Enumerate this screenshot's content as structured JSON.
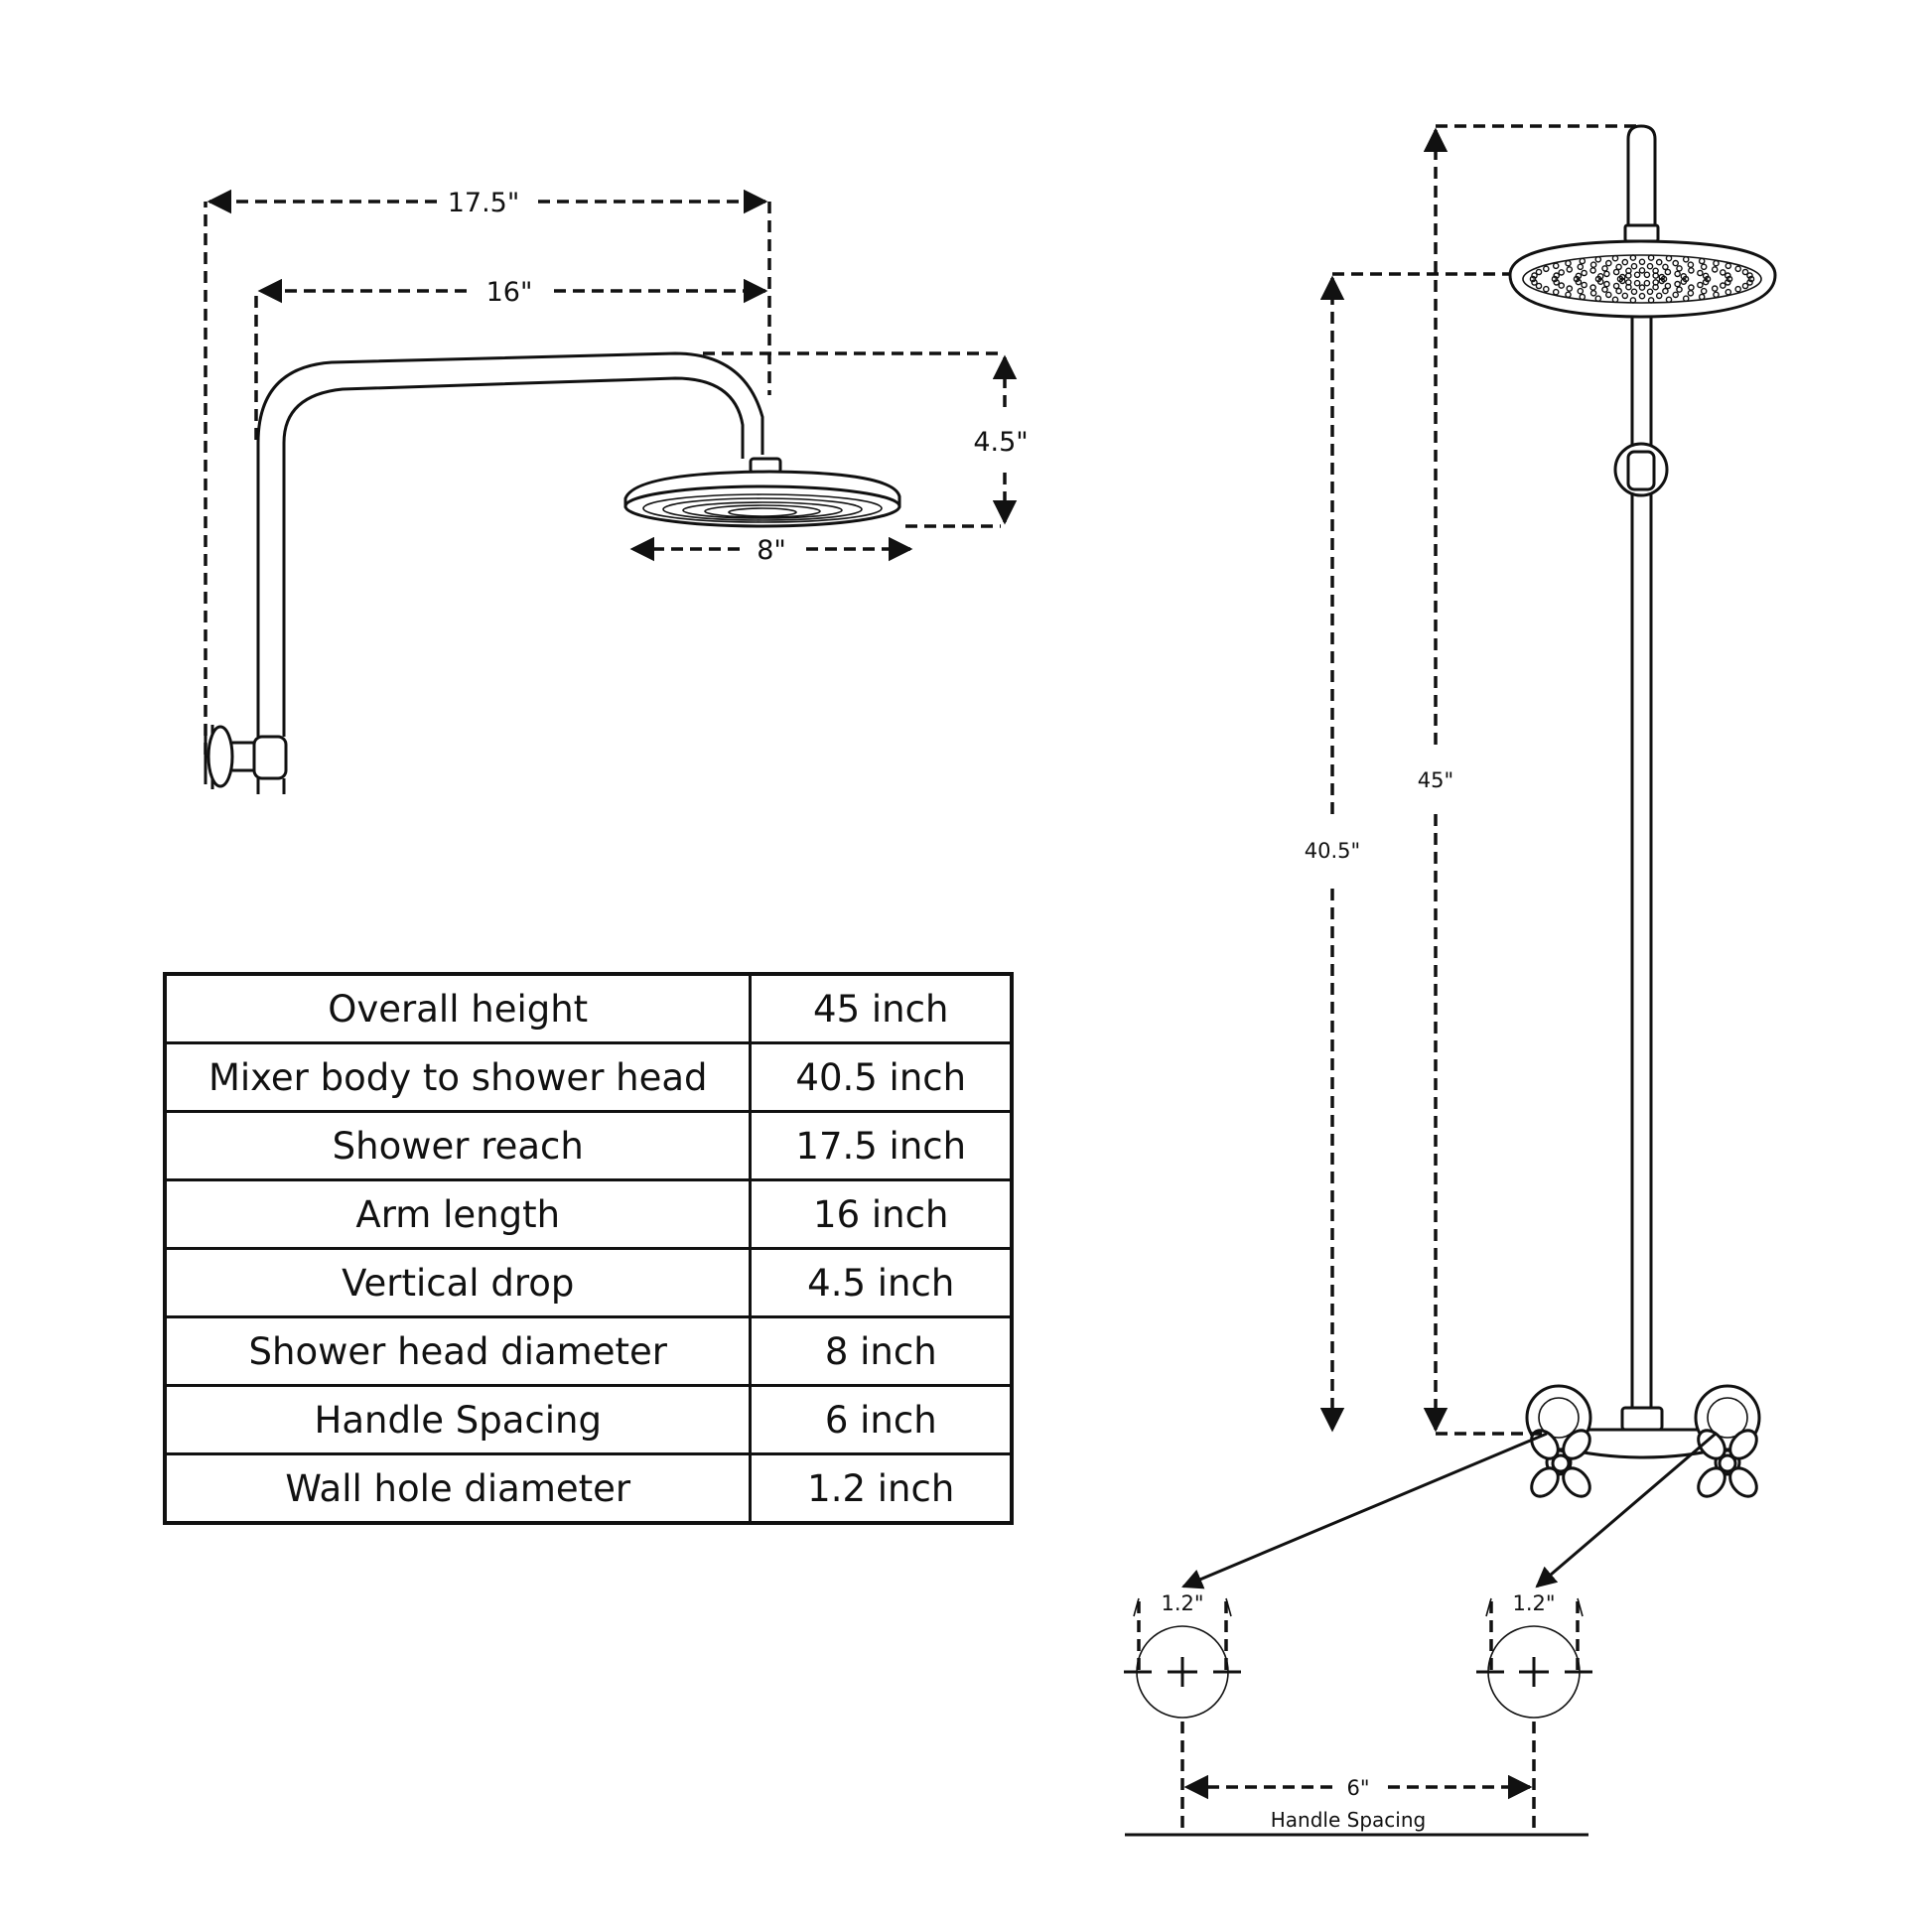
{
  "arm_view": {
    "dim_reach": "17.5\"",
    "dim_arm": "16\"",
    "dim_drop": "4.5\"",
    "dim_head": "8\""
  },
  "column_view": {
    "dim_overall": "45\"",
    "dim_mixer": "40.5\""
  },
  "wall_holes": {
    "left_diameter": "1.2\"",
    "right_diameter": "1.2\"",
    "spacing": "6\"",
    "spacing_caption": "Handle Spacing"
  },
  "spec_table": {
    "rows": [
      {
        "label": "Overall height",
        "value": "45 inch"
      },
      {
        "label": "Mixer body to shower head",
        "value": "40.5 inch"
      },
      {
        "label": "Shower reach",
        "value": "17.5 inch"
      },
      {
        "label": "Arm length",
        "value": "16 inch"
      },
      {
        "label": "Vertical drop",
        "value": "4.5 inch"
      },
      {
        "label": "Shower head diameter",
        "value": "8 inch"
      },
      {
        "label": "Handle Spacing",
        "value": "6 inch"
      },
      {
        "label": "Wall hole diameter",
        "value": "1.2 inch"
      }
    ]
  }
}
